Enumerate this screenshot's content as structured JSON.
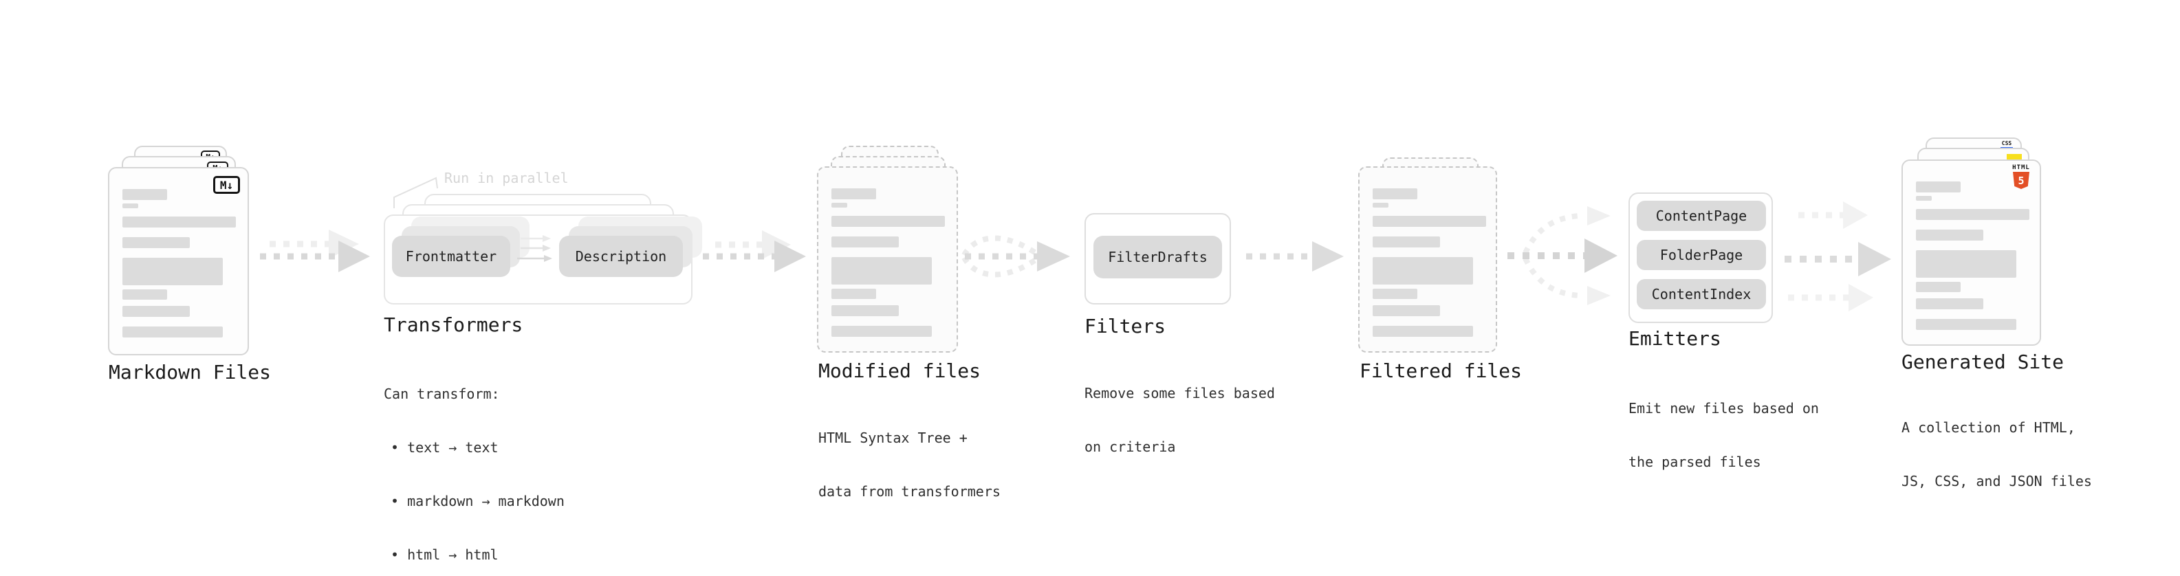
{
  "stages": {
    "markdown_files": {
      "label": "Markdown Files",
      "badge": "M↓"
    },
    "transformers": {
      "note": "Run in parallel",
      "pills": [
        "Frontmatter",
        "Description"
      ],
      "label": "Transformers",
      "desc_title": "Can transform:",
      "bullets": [
        "• text → text",
        "• markdown → markdown",
        "• html → html"
      ]
    },
    "modified_files": {
      "label": "Modified files",
      "desc": [
        "HTML Syntax Tree +",
        "data from transformers"
      ]
    },
    "filters": {
      "pill": "FilterDrafts",
      "label": "Filters",
      "desc": [
        "Remove some files based",
        "on criteria"
      ]
    },
    "filtered_files": {
      "label": "Filtered files"
    },
    "emitters": {
      "pills": [
        "ContentPage",
        "FolderPage",
        "ContentIndex"
      ],
      "label": "Emitters",
      "desc": [
        "Emit new files based on",
        "the parsed files"
      ]
    },
    "generated_site": {
      "label": "Generated Site",
      "desc": [
        "A collection of HTML,",
        "JS, CSS, and JSON files"
      ],
      "html5_word": "HTML",
      "html5_number": "5",
      "css_word": "CSS"
    }
  },
  "colors": {
    "html5_orange": "#e34f26",
    "js_yellow": "#f7df1e",
    "css_blue": "#2d65f2",
    "arrow_gray": "#d8d8d8",
    "arrow_ghost": "#eeeeee"
  }
}
